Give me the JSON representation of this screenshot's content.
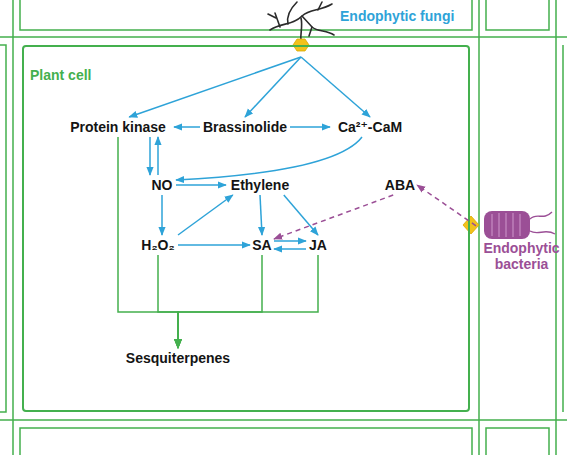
{
  "diagram": {
    "nodes": [
      {
        "text": [
          "Endophytic fungi"
        ]
      },
      {
        "text": [
          "Plant cell"
        ]
      },
      {
        "text": [
          "Protein kinase"
        ],
        "in": 1
      },
      {
        "text": [
          "Brassinolide"
        ],
        "in": 1
      },
      {
        "text": [
          "Ca²⁺-CaM"
        ],
        "in": 1
      },
      {
        "text": [
          "NO"
        ],
        "in": 1
      },
      {
        "text": [
          "Ethylene"
        ],
        "in": 1
      },
      {
        "text": [
          "ABA"
        ],
        "in": 1
      },
      {
        "text": [
          "Endophytic bacteria"
        ]
      },
      {
        "text": [
          "H₂O₂"
        ],
        "in": 1
      },
      {
        "text": [
          "SA"
        ],
        "in": 1
      },
      {
        "text": [
          "JA"
        ],
        "in": 1
      },
      {
        "text": [
          "Sesquiterpenes"
        ],
        "in": 1
      }
    ],
    "edges": [
      {
        "from": 0,
        "to": 2,
        "arrow": "to"
      },
      {
        "from": 0,
        "to": 3,
        "arrow": "to"
      },
      {
        "from": 0,
        "to": 4,
        "arrow": "to"
      },
      {
        "from": 3,
        "to": 2,
        "arrow": "to"
      },
      {
        "from": 3,
        "to": 4,
        "arrow": "to"
      },
      {
        "from": 4,
        "to": 5,
        "arrow": "to"
      },
      {
        "from": 2,
        "to": 5,
        "arrow": "to"
      },
      {
        "from": 5,
        "to": 2,
        "arrow": "to"
      },
      {
        "from": 5,
        "to": 6,
        "arrow": "to"
      },
      {
        "from": 5,
        "to": 9,
        "arrow": "to"
      },
      {
        "from": 9,
        "to": 6,
        "arrow": "to"
      },
      {
        "from": 9,
        "to": 10,
        "arrow": "to"
      },
      {
        "from": 6,
        "to": 10,
        "arrow": "to"
      },
      {
        "from": 6,
        "to": 11,
        "arrow": "to"
      },
      {
        "from": 10,
        "to": 11,
        "arrow": "to"
      },
      {
        "from": 11,
        "to": 10,
        "arrow": "to"
      },
      {
        "from": 8,
        "to": 7,
        "arrow": "to"
      },
      {
        "from": 7,
        "to": 10,
        "arrow": "to"
      },
      {
        "from": 2,
        "to": 12,
        "arrow": "to"
      },
      {
        "from": 9,
        "to": 12,
        "arrow": "to"
      },
      {
        "from": 10,
        "to": 12,
        "arrow": "to"
      },
      {
        "from": 11,
        "to": 12,
        "arrow": "to"
      }
    ]
  }
}
